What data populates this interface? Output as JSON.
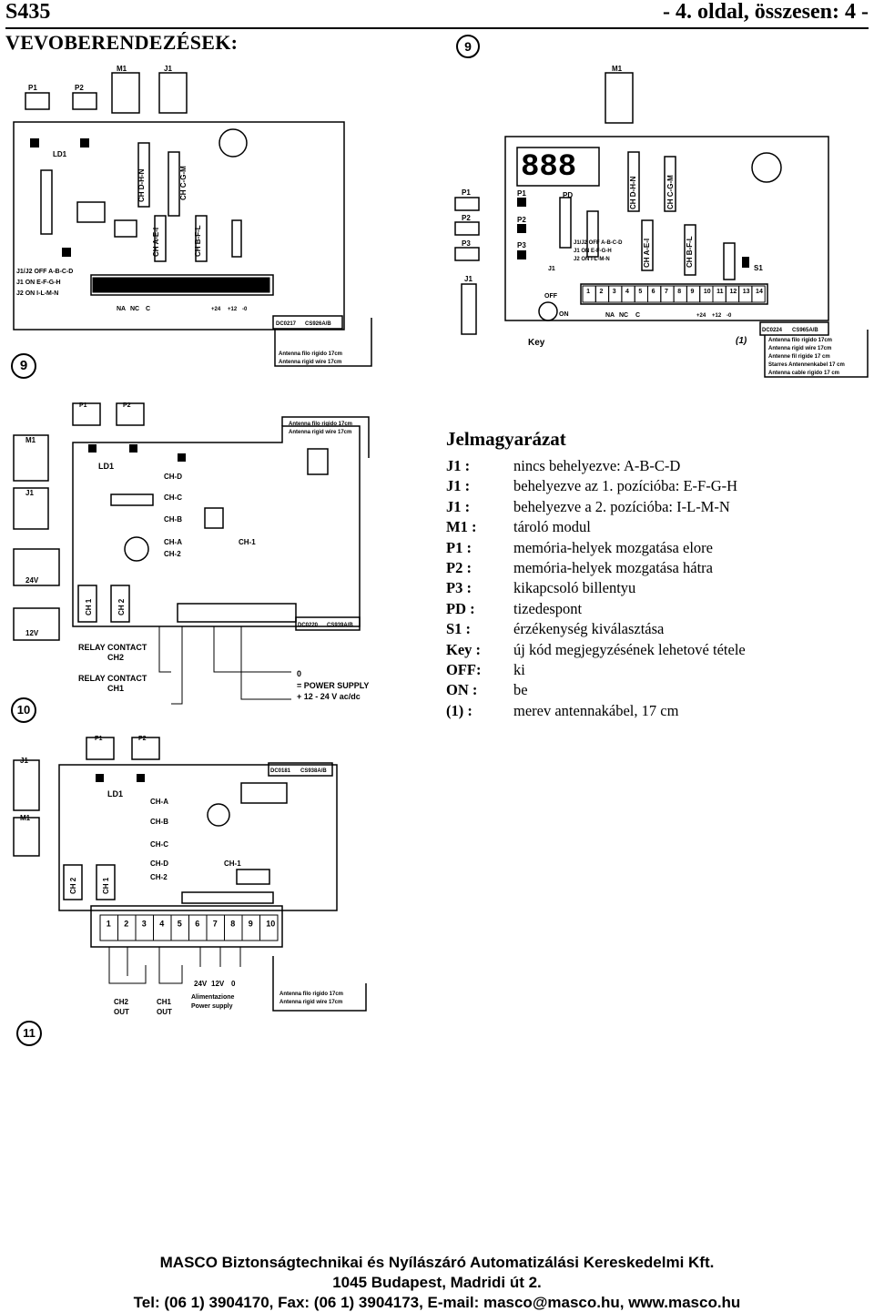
{
  "header": {
    "code": "S435",
    "page": "- 4. oldal, összesen: 4 -",
    "section": "VEVOBERENDEZÉSEK:"
  },
  "figures": {
    "fig9": "9",
    "fig10": "10",
    "fig11": "11",
    "key_label": "Key",
    "off": "OFF",
    "on": "ON",
    "ref1": "(1)",
    "j1_j2_off": "J1/J2 OFF A-B-C-D",
    "j1_on": "J1 ON E-F-G-H",
    "j2_on": "J2 ON I-L-M-N",
    "antenna_it": "Antenna filo rigido 17cm",
    "antenna_en": "Antenna rigid wire 17cm",
    "antenna_it2": "Antenna filo rigido 17cm",
    "antenna_en2": "Antenna rigid wire 17cm",
    "antenna_fr": "Antenne fil rigide 17 cm",
    "antenna_de": "Starres Antennenkabel 17 cm",
    "antenna_es": "Antenna cable rigido 17 cm",
    "code_a": "DC0217",
    "code_a2": "CS926A/B",
    "code_b": "DC0224",
    "code_b2": "CS965A/B",
    "code_c": "DC0220",
    "code_c2": "CS939A/B",
    "code_d": "DC0181",
    "code_d2": "CS938A/B",
    "ld1": "LD1",
    "p1": "P1",
    "p2": "P2",
    "p3": "P3",
    "pd": "PD",
    "m1": "M1",
    "j1": "J1",
    "s1": "S1",
    "ch_dhn": "CH D-H-N",
    "ch_cgm": "CH C-G-M",
    "ch_aei": "CH A-E-I",
    "ch_bfl": "CH B-F-L",
    "na": "NA",
    "nc": "NC",
    "c": "C",
    "v24": "+24",
    "v12": "+12",
    "v0": "-0",
    "ch_d": "CH-D",
    "ch_c": "CH-C",
    "ch_b": "CH-B",
    "ch_a": "CH-A",
    "ch_2": "CH-2",
    "ch_1": "CH-1",
    "ch2": "CH 2",
    "ch1": "CH 1",
    "v24v": "24V",
    "v12v": "12V",
    "relay2": "RELAY CONTACT",
    "relay2b": "CH2",
    "relay1": "RELAY CONTACT",
    "relay1b": "CH1",
    "ps_zero": "0",
    "ps_eq": "= POWER SUPPLY",
    "ps_range": "+ 12 - 24 V ac/dc",
    "ch2out": "CH2",
    "ch1out": "CH1",
    "out": "OUT",
    "out2": "OUT",
    "ps24": "24V",
    "ps12": "12V",
    "ps0": "0",
    "alim": "Alimentazione",
    "psupply": "Power supply"
  },
  "legend": {
    "title": "Jelmagyarázat",
    "rows": [
      {
        "key": "J1 :",
        "value": "nincs behelyezve: A-B-C-D"
      },
      {
        "key": "J1 :",
        "value": "behelyezve az 1. pozícióba: E-F-G-H"
      },
      {
        "key": "J1 :",
        "value": "behelyezve a 2. pozícióba: I-L-M-N"
      },
      {
        "key": "M1 :",
        "value": "tároló modul"
      },
      {
        "key": "P1 :",
        "value": "memória-helyek mozgatása elore"
      },
      {
        "key": "P2 :",
        "value": "memória-helyek mozgatása hátra"
      },
      {
        "key": "P3 :",
        "value": "kikapcsoló billentyu"
      },
      {
        "key": "PD :",
        "value": "tizedespont"
      },
      {
        "key": "S1 :",
        "value": "érzékenység kiválasztása"
      },
      {
        "key": "Key :",
        "value": "új kód megjegyzésének lehetové tétele"
      },
      {
        "key": "OFF:",
        "value": "ki"
      },
      {
        "key": "ON :",
        "value": "be"
      },
      {
        "key": "(1) :",
        "value": "merev antennakábel, 17 cm"
      }
    ]
  },
  "footer": {
    "company": "MASCO Biztonságtechnikai és Nyílászáró Automatizálási Kereskedelmi Kft.",
    "address": "1045 Budapest, Madridi út 2.",
    "contact": "Tel: (06 1) 3904170, Fax: (06 1) 3904173, E-mail: masco@masco.hu, www.masco.hu"
  }
}
